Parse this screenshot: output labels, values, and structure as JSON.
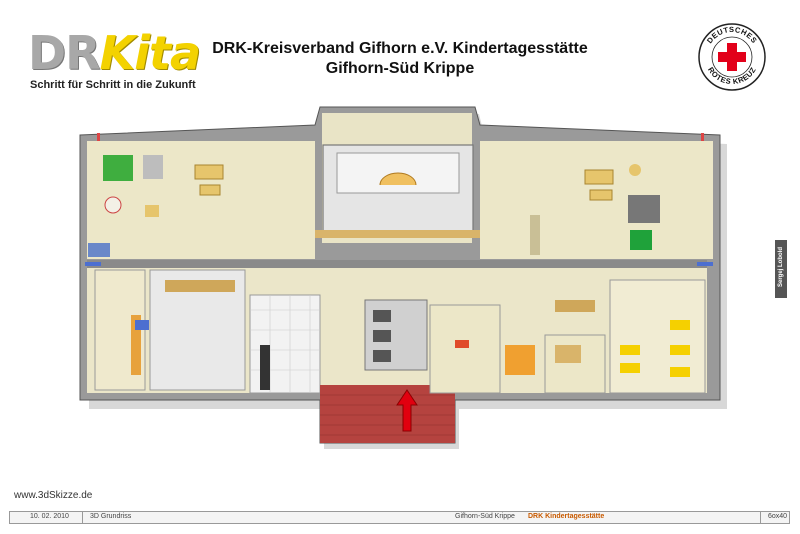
{
  "logo": {
    "dr": "DR",
    "kita": "Kita",
    "slogan": "Schritt für Schritt in die Zukunft"
  },
  "header": {
    "title_line1": "DRK-Kreisverband Gifhorn e.V. Kindertagesstätte",
    "title_line2": "Gifhorn-Süd Krippe"
  },
  "seal": {
    "top_text": "DEUTSCHES",
    "bottom_text": "ROTES KREUZ"
  },
  "side_label": "Sergej Lobold",
  "website": "www.3dSkizze.de",
  "footer": {
    "date": "10. 02. 2010",
    "kind": "3D Grundriss",
    "project": "Gifhorn-Süd Krippe",
    "org": "DRK Kindertagesstätte",
    "scale": "6ox40"
  },
  "colors": {
    "cross": "#e2001a",
    "logo_yellow": "#f3d200",
    "floor": "#ece7c8",
    "wall": "#8a8a8a",
    "entrance": "#b5433f"
  }
}
